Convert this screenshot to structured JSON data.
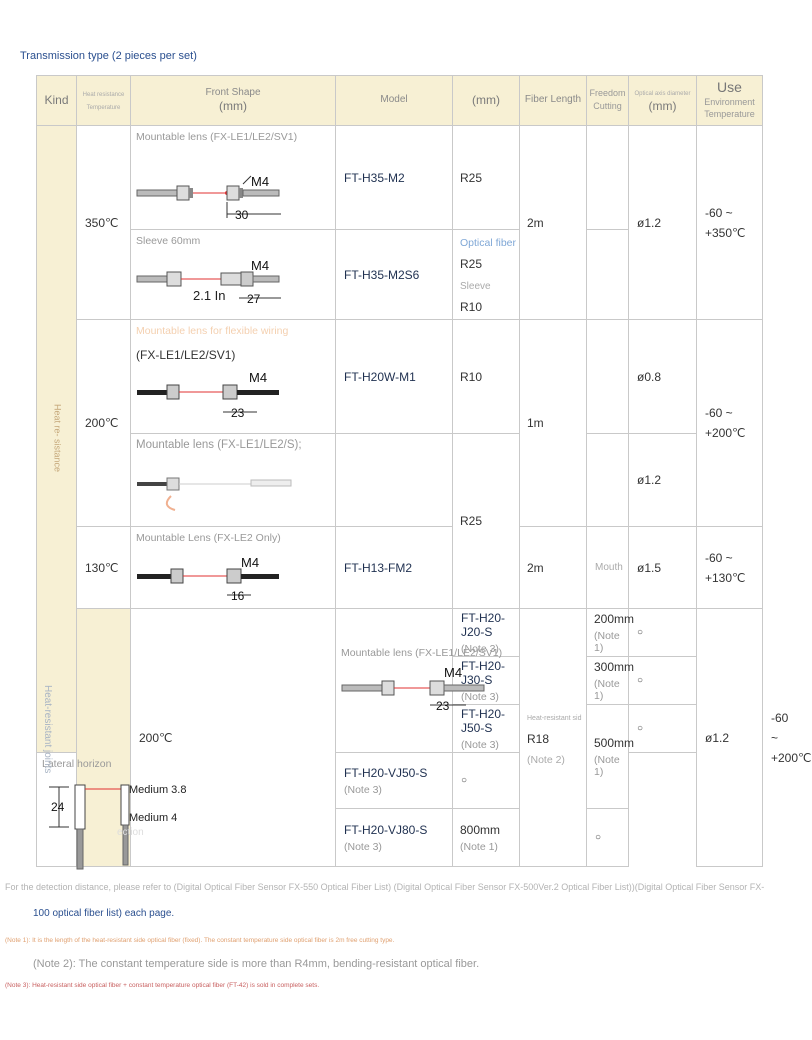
{
  "title": "Transmission type (2 pieces per set)",
  "headers": {
    "kind": "Kind",
    "temp_small": "Heat resistance Temperature",
    "front_shape": "Front Shape",
    "mm": "(mm)",
    "model": "Model",
    "bend_mm": "(mm)",
    "fiber_length": "Fiber Length",
    "freedom": "Freedom Cutting",
    "diameter_small": "Optical axis diameter",
    "diameter_mm": "(mm)",
    "use": "Use",
    "env": "Environment Temperature"
  },
  "kind_labels": {
    "heat_resistance": "Heat re- sistance",
    "heat_resistant_joints": "Heat-resistant joints"
  },
  "temps": {
    "t350": "350℃",
    "t200a": "200℃",
    "t130": "130℃",
    "t200b": "200℃"
  },
  "shapes": {
    "s1_caption": "Mountable lens (FX-LE1/LE2/SV1)",
    "s1_m": "M4",
    "s1_dim": "30",
    "s2_caption": "Sleeve 60mm",
    "s2_m": "M4",
    "s2_len": "2.1 In",
    "s2_dim": "27",
    "s3_caption": "Mountable lens for flexible wiring",
    "s3_caption2": "(FX-LE1/LE2/SV1)",
    "s3_m": "M4",
    "s3_dim": "23",
    "s4_caption": "Mountable lens (FX-LE1/LE2/S);",
    "s5_caption": "Mountable Lens (FX-LE2 Only)",
    "s5_m": "M4",
    "s5_dim": "16",
    "s6_caption": "Mountable lens (FX-LE1/LE2/SV1)",
    "s6_m": "M4",
    "s6_dim": "23",
    "s7_caption": "Lateral horizon",
    "s7_dim": "24",
    "s7_l1": "Medium 3.8",
    "s7_l2": "Medium 4",
    "s7_l3": "ection"
  },
  "models": {
    "m1": "FT-H35-M2",
    "m2": "FT-H35-M2S6",
    "m3": "FT-H20W-M1",
    "m5": "FT-H13-FM2",
    "j1": "FT-H20-J20-S",
    "j2": "FT-H20-J30-S",
    "j3": "FT-H20-J50-S",
    "j4": "FT-H20-VJ50-S",
    "j5": "FT-H20-VJ80-S",
    "note3": "(Note 3)"
  },
  "radius": {
    "r1": "R25",
    "opt_fiber": "Optical fiber",
    "r2": "R25",
    "sleeve": "Sleeve",
    "r3": "R10",
    "r4": "R10",
    "r5": "R25",
    "heat_side": "Heat-resistant sid",
    "r6": "R18",
    "note2": "(Note 2)"
  },
  "lengths": {
    "l1": "2m",
    "l2": "1m",
    "l3": "2m",
    "j1": "200mm",
    "j2": "300mm",
    "j3": "500mm",
    "j4": "800mm",
    "note1": "(Note 1)"
  },
  "freedom": {
    "mouth": "Mouth",
    "circle": "○"
  },
  "diameter": {
    "d1": "ø1.2",
    "d2": "ø0.8",
    "d3": "ø1.2",
    "d4": "ø1.5",
    "d5": "ø1.2"
  },
  "env": {
    "e1a": "-60 ~",
    "e1b": "+350℃",
    "e2a": "-60 ~",
    "e2b": "+200℃",
    "e3a": "-60 ~",
    "e3b": "+130℃",
    "e4a": "-60 ~",
    "e4b": "+200℃"
  },
  "footnotes": {
    "f1": "For the detection distance, please refer to (Digital Optical Fiber Sensor FX-550 Optical Fiber List) (Digital Optical Fiber Sensor FX-500Ver.2 Optical Fiber List))(Digital Optical Fiber Sensor FX-",
    "f2": "100 optical fiber list) each page.",
    "f3": "(Note 1): It is the length of the heat-resistant side optical fiber (fixed). The constant temperature side optical fiber is 2m free cutting type.",
    "f4": "(Note 2): The constant temperature side is more than R4mm, bending-resistant optical fiber.",
    "f5": "(Note 3): Heat-resistant side optical fiber + constant temperature optical fiber (FT-42) is sold in complete sets."
  },
  "colors": {
    "header_bg": "#f7f0d4",
    "title_blue": "#2a4f8f",
    "red_beam": "#e03030"
  }
}
